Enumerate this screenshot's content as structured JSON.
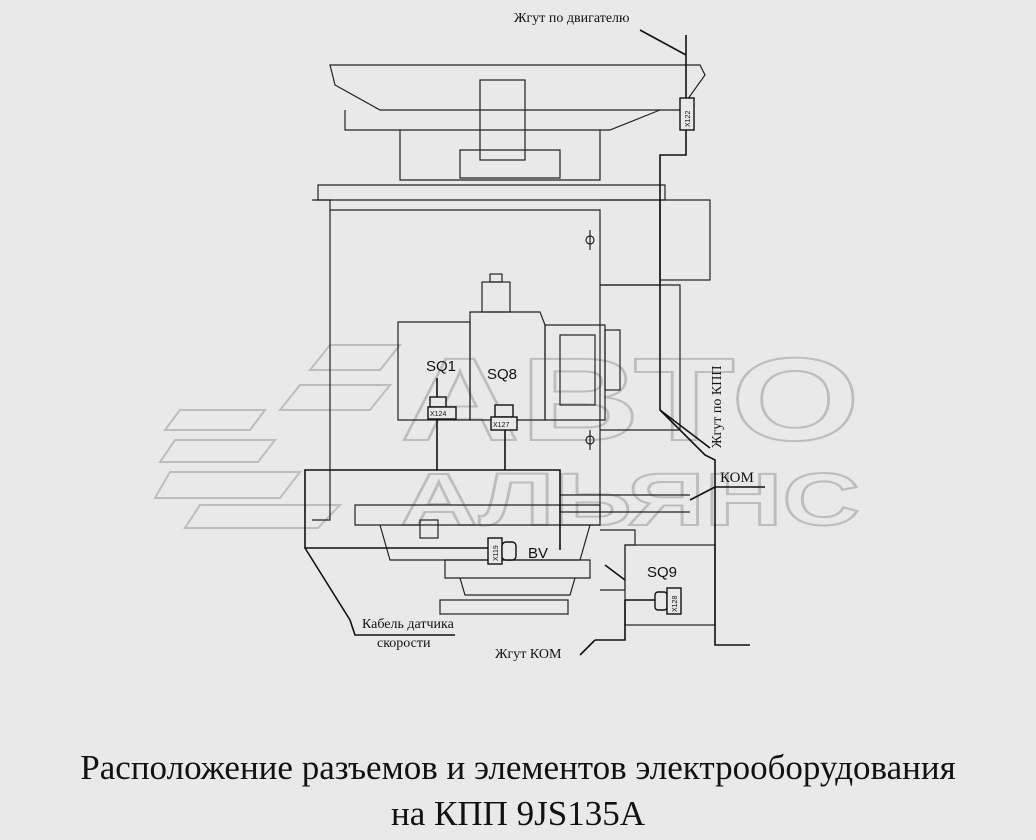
{
  "labels": {
    "engine_harness": "Жгут по двигателю",
    "gearbox_harness": "Жгут по КПП",
    "kom": "КОМ",
    "speed_cable_line1": "Кабель датчика",
    "speed_cable_line2": "скорости",
    "kom_harness": "Жгут КОМ"
  },
  "components": {
    "sq1": "SQ1",
    "sq8": "SQ8",
    "sq9": "SQ9",
    "bv": "BV"
  },
  "connectors": {
    "x122": "X122",
    "x124": "X124",
    "x127": "X127",
    "x119": "X119",
    "x128": "X128"
  },
  "watermark": {
    "line1": "АВТО",
    "line2": "АЛЬЯНС"
  },
  "caption": {
    "line1": "Расположение разъемов и элементов электрооборудования",
    "line2": "на  КПП  9JS135A"
  }
}
